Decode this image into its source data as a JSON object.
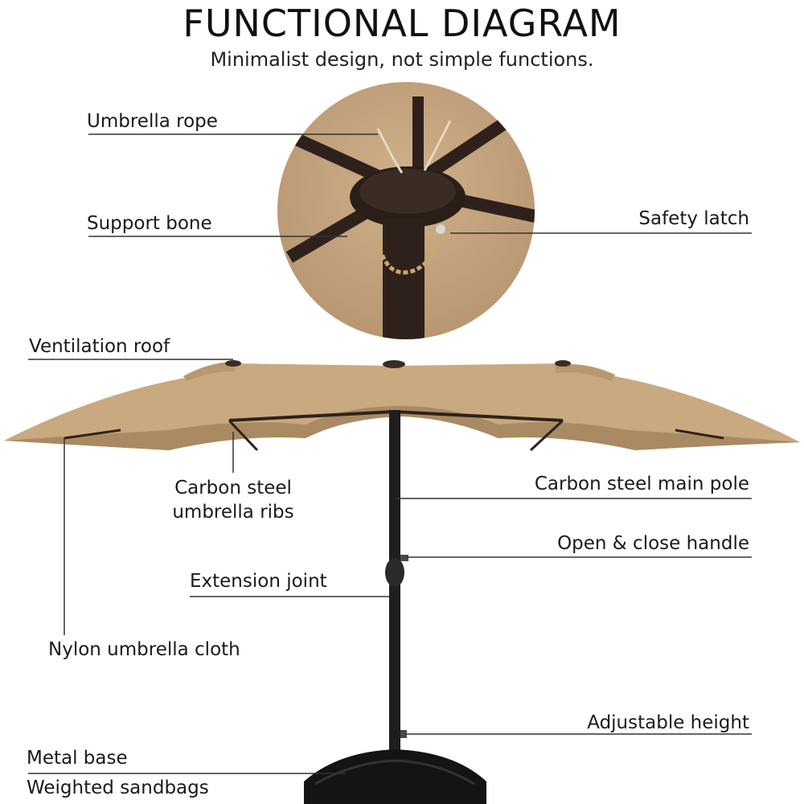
{
  "header": {
    "title": "FUNCTIONAL DIAGRAM",
    "subtitle": "Minimalist design, not simple functions."
  },
  "labels": {
    "umbrella_rope": "Umbrella rope",
    "support_bone": "Support bone",
    "safety_latch": "Safety latch",
    "ventilation_roof": "Ventilation roof",
    "ribs_line1": "Carbon steel",
    "ribs_line2": "umbrella ribs",
    "main_pole": "Carbon steel main pole",
    "handle": "Open & close handle",
    "extension_joint": "Extension joint",
    "nylon_cloth": "Nylon umbrella cloth",
    "adjustable_height": "Adjustable height",
    "metal_base": "Metal base",
    "sandbags": "Weighted sandbags"
  },
  "colors": {
    "canopy": "#c7a77e",
    "canopy_shade": "#a98a62",
    "frame": "#2e211b",
    "pole": "#1e1e1e",
    "base": "#141414",
    "leader": "#333333"
  }
}
